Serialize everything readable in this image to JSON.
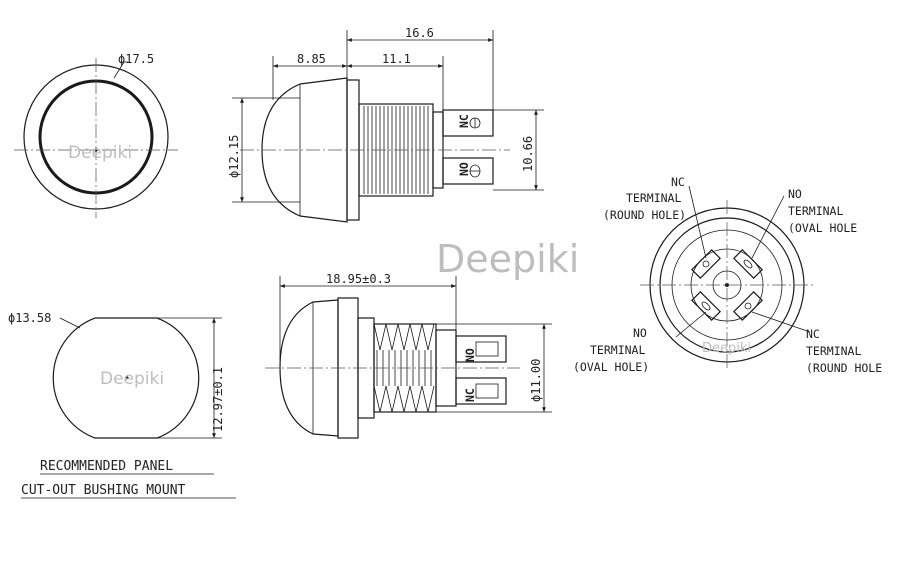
{
  "watermark": {
    "main": "Deepiki",
    "small": "Deepiki"
  },
  "front_view": {
    "diameter": "ϕ17.5"
  },
  "side_view_top": {
    "overall_length": "16.6",
    "cap_length": "8.85",
    "body_length": "11.1",
    "cap_diameter": "ϕ12.15",
    "terminal_span": "10.66",
    "terminal_mark_nc": "NC",
    "terminal_mark_no": "NO"
  },
  "panel_cutout": {
    "diameter": "ϕ13.58",
    "flat_height": "12.97±0.1",
    "caption_line1": "RECOMMENDED PANEL",
    "caption_line2": "CUT-OUT BUSHING MOUNT"
  },
  "side_view_bottom": {
    "overall_length": "18.95±0.3",
    "thread_diameter": "ϕ11.00",
    "terminal_mark_no": "NO",
    "terminal_mark_nc": "NC"
  },
  "rear_view": {
    "nc_top": [
      "NC",
      "TERMINAL",
      "(ROUND HOLE)"
    ],
    "no_top": [
      "NO",
      "TERMINAL",
      "(OVAL HOLE"
    ],
    "no_bottom": [
      "NO",
      "TERMINAL",
      "(OVAL HOLE)"
    ],
    "nc_bottom": [
      "NC",
      "TERMINAL",
      "(ROUND HOLE"
    ]
  }
}
